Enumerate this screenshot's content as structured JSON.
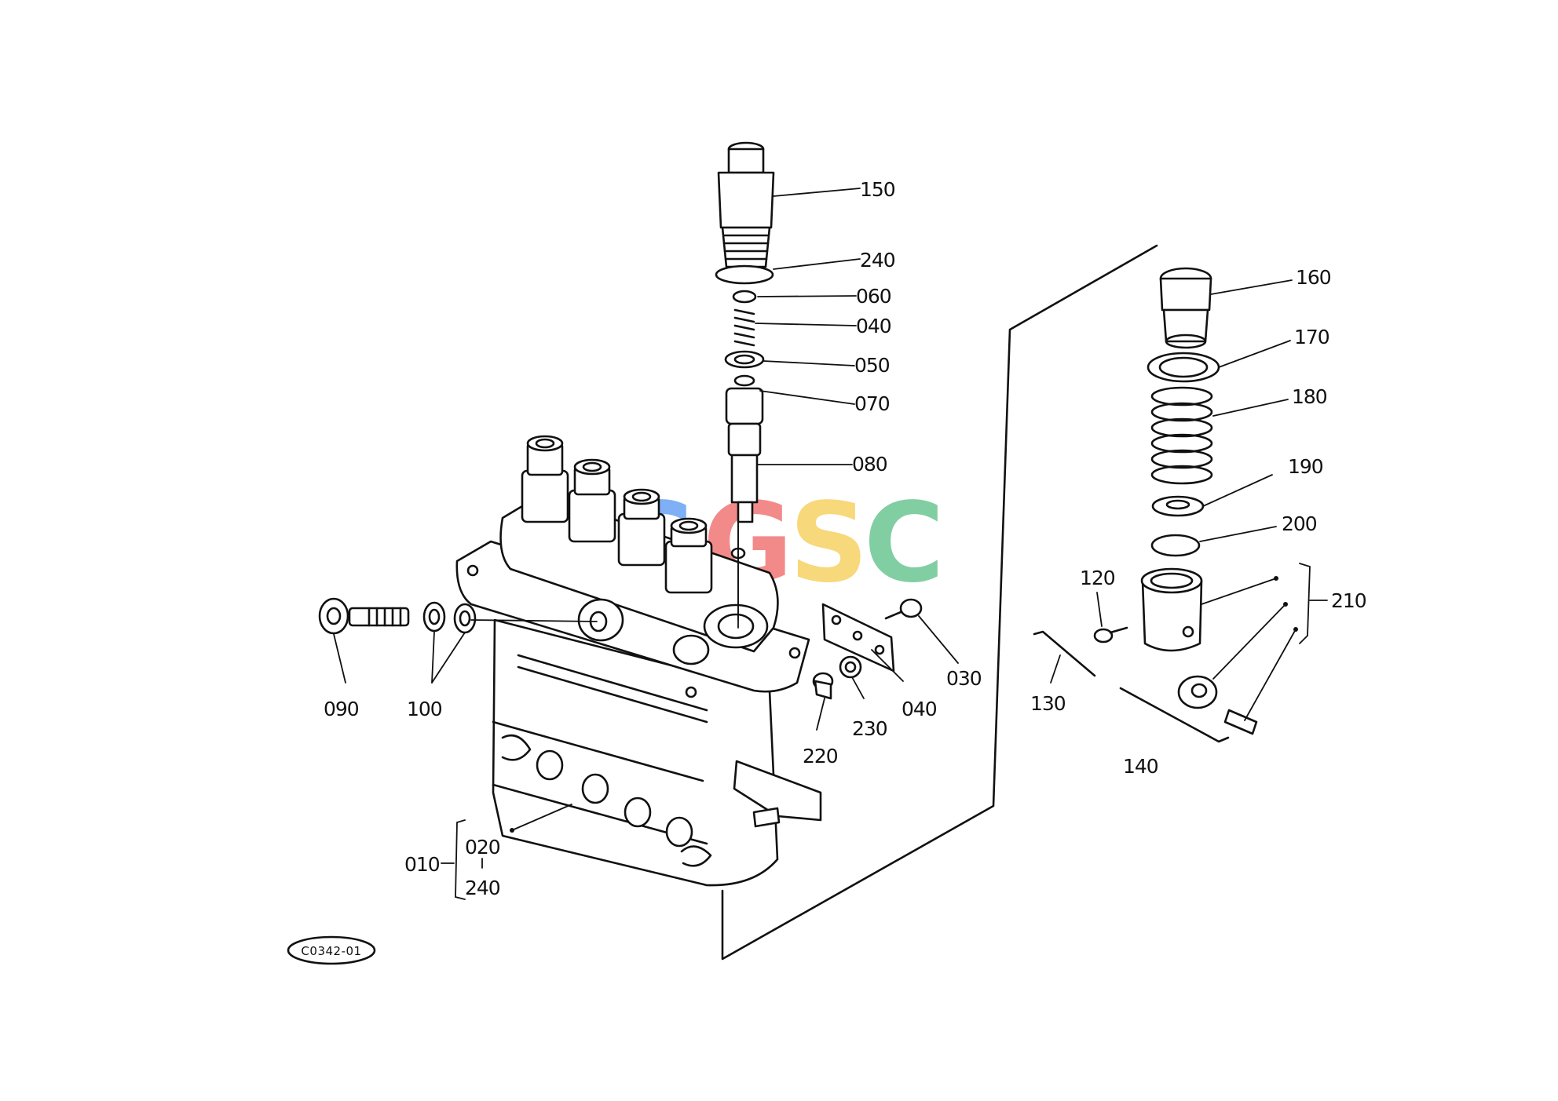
{
  "diagram_code": "C0342-01",
  "watermark": {
    "letters": [
      "C",
      "G",
      "S",
      "C"
    ],
    "colors": [
      "#4a8ef0",
      "#ee5a5a",
      "#f5c842",
      "#4cba7c"
    ]
  },
  "callouts": {
    "p150": "150",
    "p240_top": "240",
    "p060": "060",
    "p040_top": "040",
    "p050": "050",
    "p070": "070",
    "p080": "080",
    "p160": "160",
    "p170": "170",
    "p180": "180",
    "p190": "190",
    "p200": "200",
    "p210": "210",
    "p120": "120",
    "p130": "130",
    "p140": "140",
    "p030": "030",
    "p040_mid": "040",
    "p230": "230",
    "p220": "220",
    "p090": "090",
    "p100": "100",
    "p010": "010",
    "p020": "020",
    "p240_bottom": "240"
  }
}
